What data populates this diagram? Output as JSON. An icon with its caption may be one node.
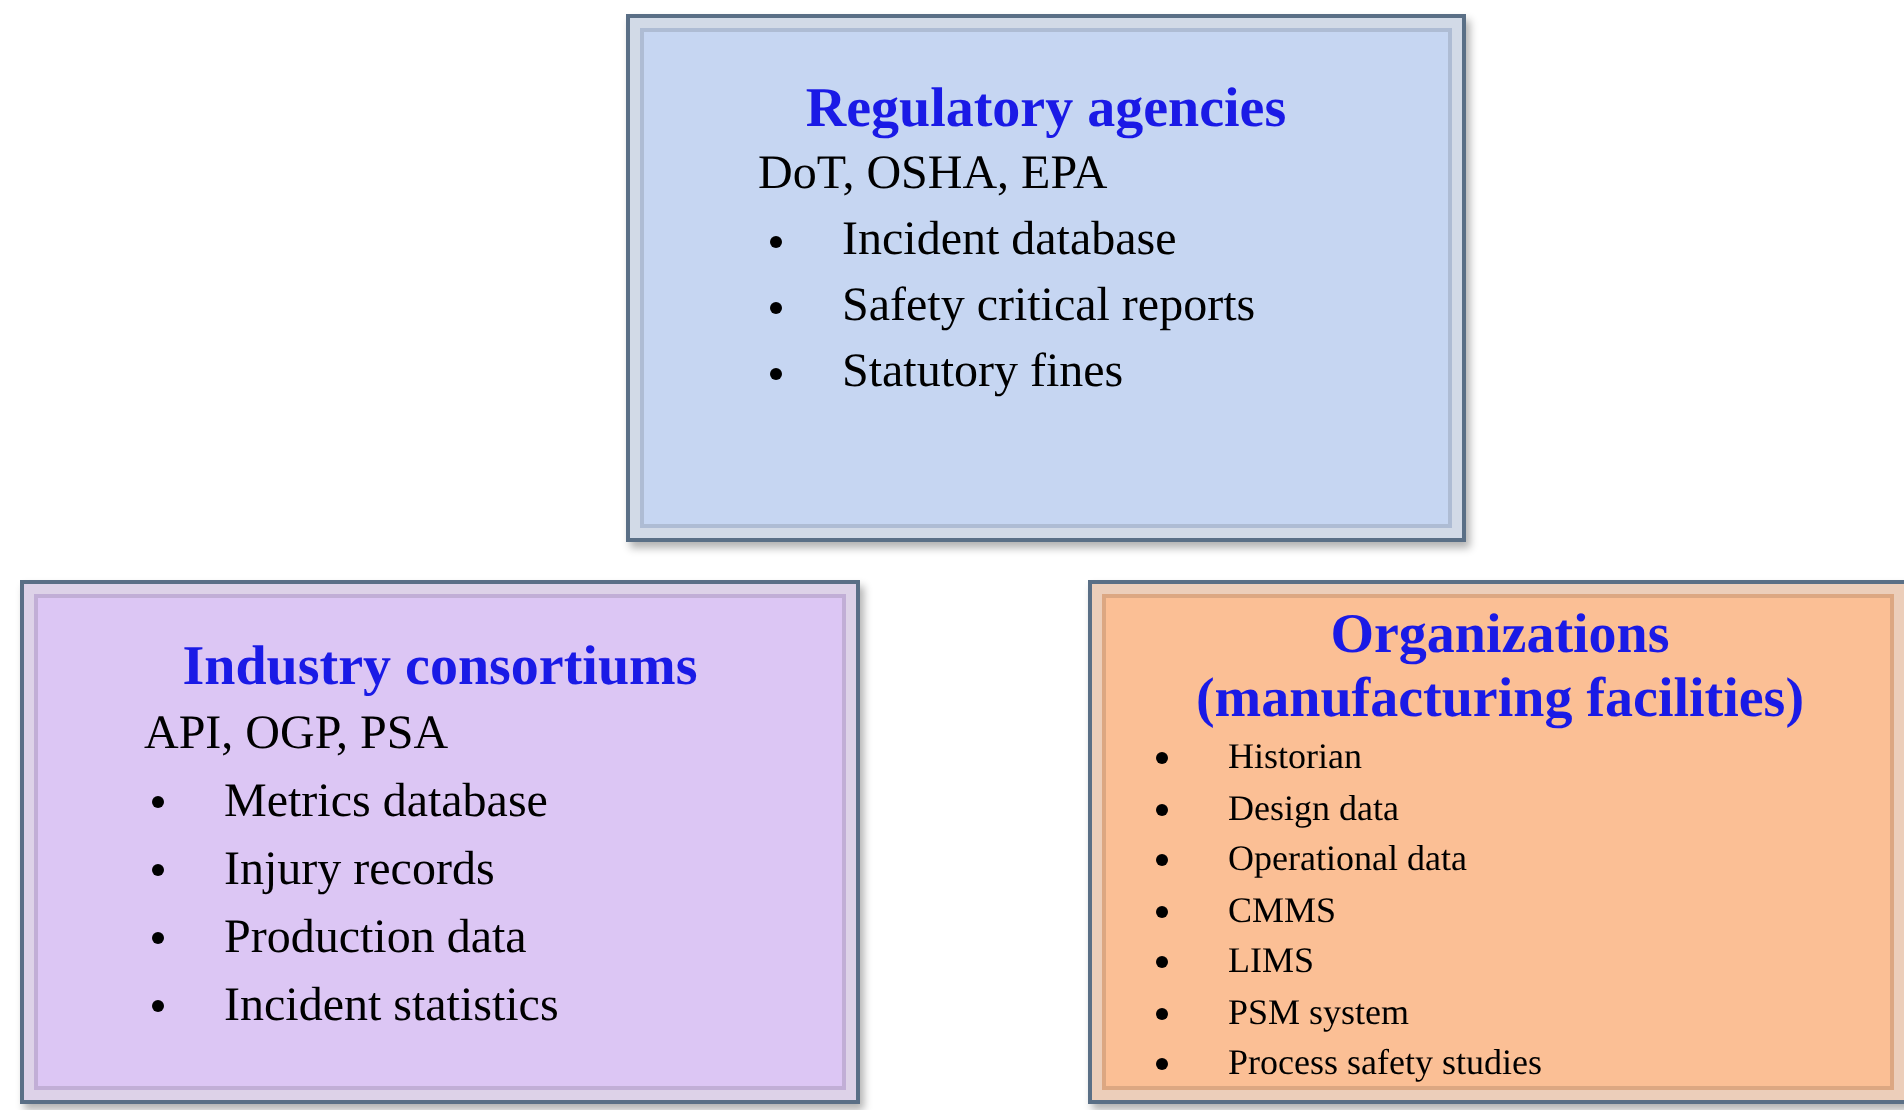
{
  "diagram": {
    "nodes": [
      {
        "text": [
          "Regulatory agencies",
          "DoT, OSHA, EPA",
          "Incident database",
          "Safety critical reports",
          "Statutory fines"
        ]
      },
      {
        "text": [
          "Industry consortiums",
          "API, OGP, PSA",
          "Metrics database",
          "Injury records",
          "Production data",
          "Incident statistics"
        ]
      },
      {
        "text": [
          "Organizations (manufacturing facilities)",
          "Historian",
          "Design data",
          "Operational data",
          "CMMS",
          "LIMS",
          "PSM system",
          "Process safety studies"
        ]
      }
    ]
  }
}
